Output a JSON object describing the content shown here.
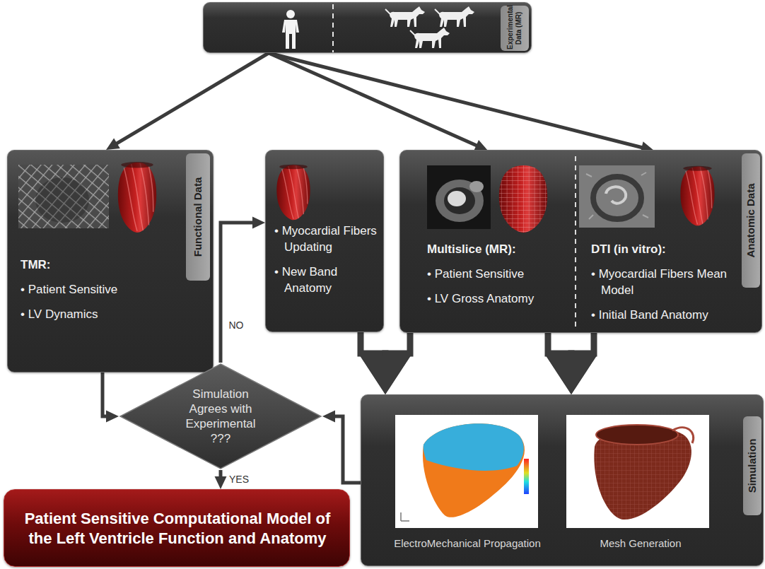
{
  "diagram": {
    "nodes": [
      {
        "text": [
          "Experimental Data (MR)"
        ]
      },
      {
        "text": [
          "Functional Data",
          "TMR:",
          "• Patient Sensitive",
          "• LV Dynamics"
        ]
      },
      {
        "text": [
          "• Myocardial Fibers Updating",
          "• New Band Anatomy"
        ]
      },
      {
        "text": [
          "Anatomic Data"
        ]
      },
      {
        "text": [
          "Multislice (MR):",
          "• Patient Sensitive",
          "• LV Gross Anatomy"
        ],
        "in": 3
      },
      {
        "text": [
          "DTI (in vitro):",
          "• Myocardial Fibers Mean Model",
          "• Initial Band Anatomy"
        ],
        "in": 3
      },
      {
        "text": [
          "Simulation Agrees with Experimental ???"
        ]
      },
      {
        "text": [
          "Simulation",
          "ElectroMechanical Propagation",
          "Mesh Generation"
        ]
      },
      {
        "text": [
          "Patient Sensitive Computational Model of the Left Ventricle Function and Anatomy"
        ]
      }
    ],
    "edges": [
      {
        "from": 0,
        "to": 1,
        "arrow": "to"
      },
      {
        "from": 0,
        "to": 4,
        "arrow": "to"
      },
      {
        "from": 0,
        "to": 5,
        "arrow": "to"
      },
      {
        "from": 1,
        "to": 6,
        "arrow": "to"
      },
      {
        "from": 6,
        "to": 2,
        "label": "NO",
        "arrow": "to"
      },
      {
        "from": 2,
        "to": 7,
        "arrow": "to"
      },
      {
        "from": 4,
        "to": 7,
        "arrow": "to"
      },
      {
        "from": 4,
        "to": 7,
        "arrow": "to"
      },
      {
        "from": 5,
        "to": 7,
        "arrow": "to"
      },
      {
        "from": 7,
        "to": 6,
        "arrow": "to"
      },
      {
        "from": 6,
        "to": 8,
        "label": "YES",
        "arrow": "to"
      }
    ]
  }
}
